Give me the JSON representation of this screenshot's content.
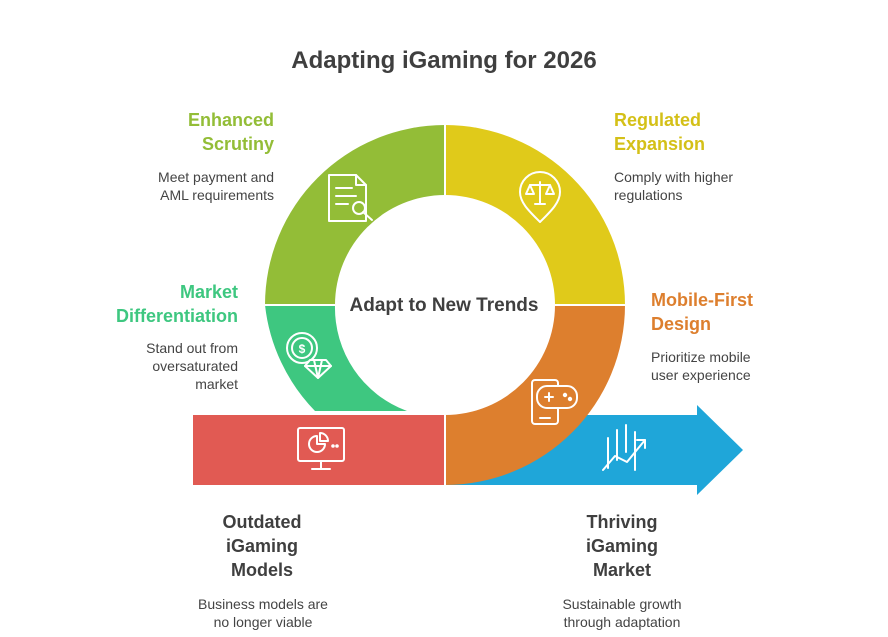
{
  "title": "Adapting iGaming for 2026",
  "center": "Adapt to New Trends",
  "segments": {
    "enhanced_scrutiny": {
      "label": "Enhanced\nScrutiny",
      "description": "Meet payment and\nAML requirements",
      "color": "#93bd37",
      "icon": "document-search-icon"
    },
    "regulated_expansion": {
      "label": "Regulated\nExpansion",
      "description": "Comply with higher\nregulations",
      "color": "#e0ca1a",
      "icon": "balance-scale-pin-icon"
    },
    "market_differentiation": {
      "label": "Market\nDifferentiation",
      "description": "Stand out from\noversaturated\nmarket",
      "color": "#3ec780",
      "icon": "coin-diamond-icon"
    },
    "mobile_first_design": {
      "label": "Mobile-First\nDesign",
      "description": "Prioritize mobile\nuser experience",
      "color": "#dd7f2e",
      "icon": "phone-gamepad-icon"
    },
    "outdated_models": {
      "label": "Outdated\niGaming\nModels",
      "description": "Business models are\nno longer viable",
      "color": "#e15a53",
      "icon": "monitor-pie-chart-icon"
    },
    "thriving_market": {
      "label": "Thriving\niGaming\nMarket",
      "description": "Sustainable growth\nthrough adaptation",
      "color": "#1fa6d9",
      "icon": "growth-chart-icon"
    }
  }
}
